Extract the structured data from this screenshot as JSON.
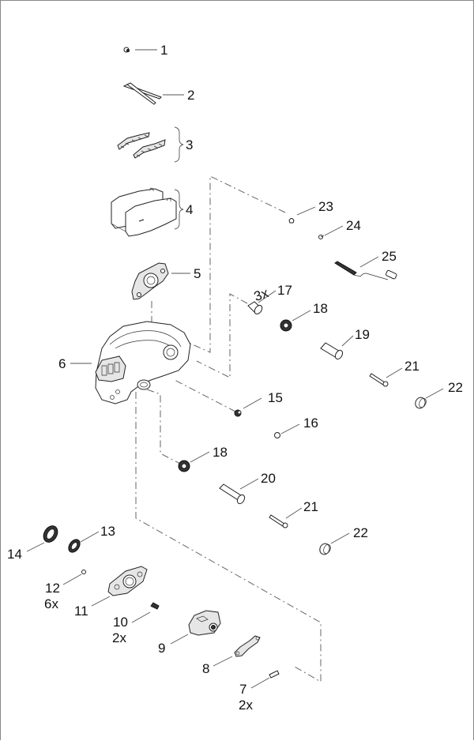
{
  "diagram": {
    "title": "Brake caliper exploded parts view",
    "callouts": [
      {
        "id": "c1",
        "number": "1",
        "qty": ""
      },
      {
        "id": "c2",
        "number": "2",
        "qty": ""
      },
      {
        "id": "c3",
        "number": "3",
        "qty": ""
      },
      {
        "id": "c4",
        "number": "4",
        "qty": ""
      },
      {
        "id": "c5",
        "number": "5",
        "qty": ""
      },
      {
        "id": "c6",
        "number": "6",
        "qty": ""
      },
      {
        "id": "c7",
        "number": "7",
        "qty": "2x"
      },
      {
        "id": "c8",
        "number": "8",
        "qty": ""
      },
      {
        "id": "c9",
        "number": "9",
        "qty": ""
      },
      {
        "id": "c10",
        "number": "10",
        "qty": "2x"
      },
      {
        "id": "c11",
        "number": "11",
        "qty": ""
      },
      {
        "id": "c12",
        "number": "12",
        "qty": "6x"
      },
      {
        "id": "c13",
        "number": "13",
        "qty": ""
      },
      {
        "id": "c14",
        "number": "14",
        "qty": ""
      },
      {
        "id": "c15",
        "number": "15",
        "qty": ""
      },
      {
        "id": "c16",
        "number": "16",
        "qty": ""
      },
      {
        "id": "c17",
        "number": "17",
        "qty": "3x"
      },
      {
        "id": "c18a",
        "number": "18",
        "qty": ""
      },
      {
        "id": "c18b",
        "number": "18",
        "qty": ""
      },
      {
        "id": "c19",
        "number": "19",
        "qty": ""
      },
      {
        "id": "c20",
        "number": "20",
        "qty": ""
      },
      {
        "id": "c21a",
        "number": "21",
        "qty": ""
      },
      {
        "id": "c21b",
        "number": "21",
        "qty": ""
      },
      {
        "id": "c22a",
        "number": "22",
        "qty": ""
      },
      {
        "id": "c22b",
        "number": "22",
        "qty": ""
      },
      {
        "id": "c23",
        "number": "23",
        "qty": ""
      },
      {
        "id": "c24",
        "number": "24",
        "qty": ""
      },
      {
        "id": "c25",
        "number": "25",
        "qty": ""
      }
    ],
    "parts": [
      {
        "number": "1",
        "kind": "small-screw"
      },
      {
        "number": "2",
        "kind": "retaining-pins"
      },
      {
        "number": "3",
        "kind": "pad-springs"
      },
      {
        "number": "4",
        "kind": "brake-pads"
      },
      {
        "number": "5",
        "kind": "pad-carrier-plate"
      },
      {
        "number": "6",
        "kind": "caliper-housing"
      },
      {
        "number": "7",
        "kind": "small-pin"
      },
      {
        "number": "8",
        "kind": "lever-linkage"
      },
      {
        "number": "9",
        "kind": "adjuster-mechanism"
      },
      {
        "number": "10",
        "kind": "spring"
      },
      {
        "number": "11",
        "kind": "cover-plate"
      },
      {
        "number": "12",
        "kind": "screw"
      },
      {
        "number": "13",
        "kind": "seal-ring"
      },
      {
        "number": "14",
        "kind": "seal-ring-large"
      },
      {
        "number": "15",
        "kind": "plug"
      },
      {
        "number": "16",
        "kind": "cap"
      },
      {
        "number": "17",
        "kind": "bushing"
      },
      {
        "number": "18",
        "kind": "boot-seal"
      },
      {
        "number": "19",
        "kind": "sleeve"
      },
      {
        "number": "20",
        "kind": "guide-sleeve"
      },
      {
        "number": "21",
        "kind": "guide-bolt"
      },
      {
        "number": "22",
        "kind": "end-cap"
      },
      {
        "number": "23",
        "kind": "clip"
      },
      {
        "number": "24",
        "kind": "screw"
      },
      {
        "number": "25",
        "kind": "wear-sensor-cable"
      }
    ]
  }
}
